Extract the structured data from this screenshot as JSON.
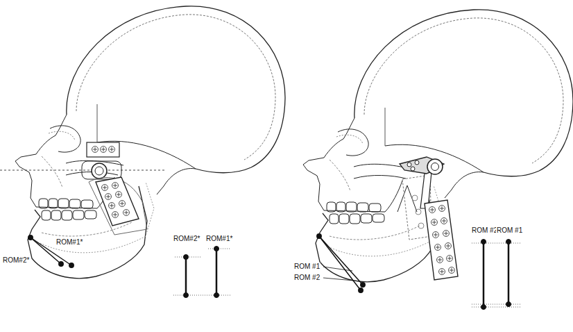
{
  "diagram": {
    "labels": [
      "ROM#2*",
      "ROM#1*",
      "ROM#2*",
      "ROM#1*",
      "ROM #1",
      "ROM #2",
      "ROM #2",
      "ROM #1"
    ]
  }
}
